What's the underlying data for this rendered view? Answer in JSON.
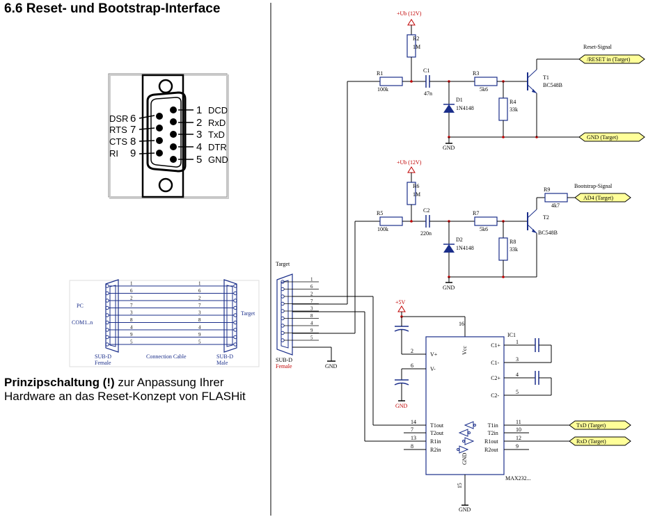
{
  "title": "6.6 Reset- und Bootstrap-Interface",
  "caption": {
    "bold": "Prinzipschaltung (!)",
    "rest": " zur Anpassung Ihrer Hardware an das Reset-Konzept von FLASHit"
  },
  "connector": {
    "left_pins": [
      {
        "name": "DSR",
        "num": "6"
      },
      {
        "name": "RTS",
        "num": "7"
      },
      {
        "name": "CTS",
        "num": "8"
      },
      {
        "name": "RI",
        "num": "9"
      }
    ],
    "right_pins": [
      {
        "num": "1",
        "name": "DCD"
      },
      {
        "num": "2",
        "name": "RxD"
      },
      {
        "num": "3",
        "name": "TxD"
      },
      {
        "num": "4",
        "name": "DTR"
      },
      {
        "num": "5",
        "name": "GND"
      }
    ]
  },
  "cable": {
    "pc_label": "PC",
    "com_label": "COM1..n",
    "target_label": "Target",
    "left_connector": "SUB-D",
    "left_gender": "Female",
    "right_connector": "SUB-D",
    "right_gender": "Male",
    "cable_label": "Connection Cable",
    "pin_order": [
      "1",
      "6",
      "2",
      "7",
      "3",
      "8",
      "4",
      "9",
      "5"
    ]
  },
  "schematic": {
    "supply1": "+Ub (12V)",
    "supply2": "+Ub (12V)",
    "supply3": "+5V",
    "gnd": "GND",
    "reset_signal": "Reset-Signal",
    "reset_port": "/RESET in (Target)",
    "gnd_port": "GND (Target)",
    "bootstrap_signal": "Bootstrap-Signal",
    "ad4_port": "AD4 (Target)",
    "txd_port": "TxD (Target)",
    "rxd_port": "RxD (Target)",
    "target_label": "Target",
    "subd_label": "SUB-D",
    "female_label": "Female",
    "subd_pins": [
      "1",
      "6",
      "2",
      "7",
      "3",
      "8",
      "4",
      "9",
      "5"
    ],
    "components": {
      "R1": "R1",
      "R1v": "100k",
      "R2": "R2",
      "R2v": "1M",
      "C1": "C1",
      "C1v": "47n",
      "R3": "R3",
      "R3v": "5k6",
      "D1": "D1",
      "D1v": "1N4148",
      "R4": "R4",
      "R4v": "33k",
      "T1": "T1",
      "T1v": "BC548B",
      "R5": "R5",
      "R5v": "100k",
      "R6": "R6",
      "R6v": "1M",
      "C2": "C2",
      "C2v": "220n",
      "R7": "R7",
      "R7v": "5k6",
      "D2": "D2",
      "D2v": "1N4148",
      "R8": "R8",
      "R8v": "33k",
      "R9": "R9",
      "R9v": "4k7",
      "T2": "T2",
      "T2v": "BC548B",
      "IC1": "IC1",
      "IC1v": "MAX232..."
    },
    "ic_pins_left": [
      {
        "num": "2",
        "name": "V+"
      },
      {
        "num": "6",
        "name": "V-"
      },
      {
        "num": "14",
        "name": "T1out"
      },
      {
        "num": "7",
        "name": "T2out"
      },
      {
        "num": "13",
        "name": "R1in"
      },
      {
        "num": "8",
        "name": "R2in"
      }
    ],
    "ic_pins_right": [
      {
        "num": "1",
        "name": "C1+"
      },
      {
        "num": "3",
        "name": "C1-"
      },
      {
        "num": "4",
        "name": "C2+"
      },
      {
        "num": "5",
        "name": "C2-"
      },
      {
        "num": "11",
        "name": "T1in"
      },
      {
        "num": "10",
        "name": "T2in"
      },
      {
        "num": "12",
        "name": "R1out"
      },
      {
        "num": "9",
        "name": "R2out"
      }
    ],
    "ic_vcc": "Vcc",
    "ic_vcc_pin": "16",
    "ic_gnd": "GND",
    "ic_gnd_pin": "15"
  },
  "colors": {
    "port_fill": "#ffff99",
    "supply_red": "#c00000",
    "component_blue": "#1a2e8a"
  }
}
